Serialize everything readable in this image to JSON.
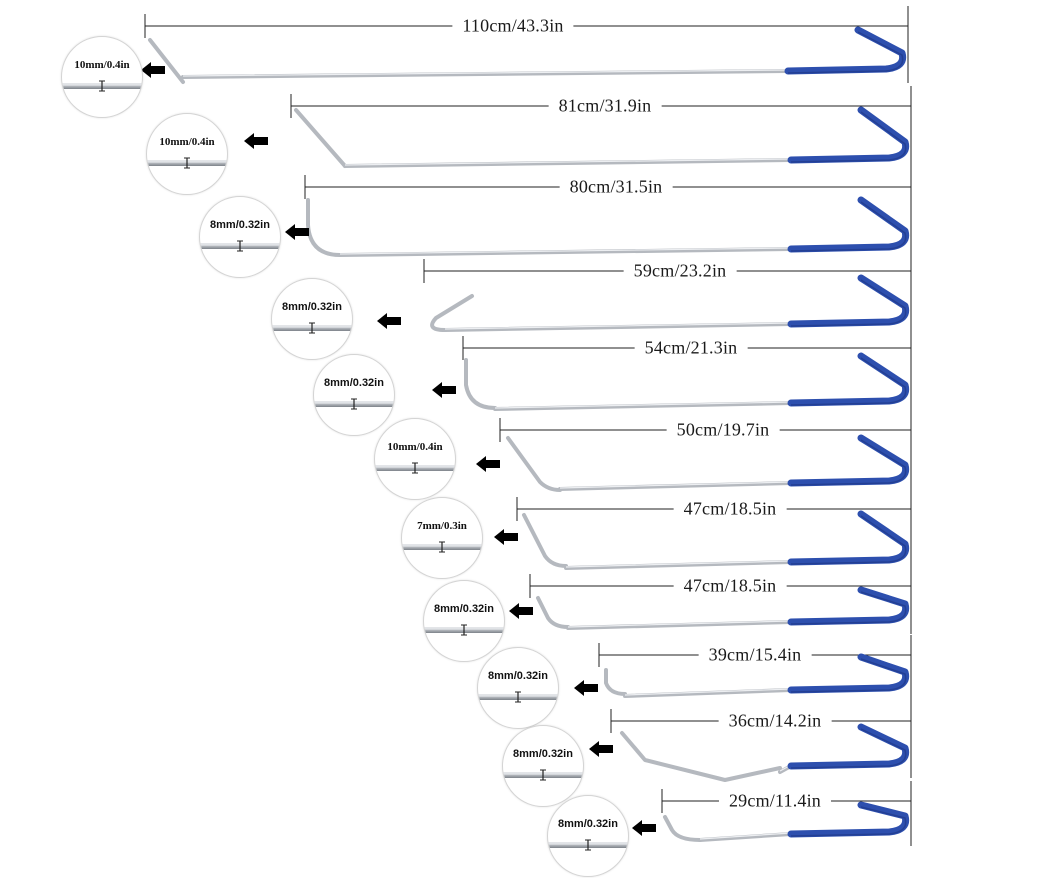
{
  "colors": {
    "rod_light": "#eceef1",
    "rod_mid": "#b5b9bf",
    "rod_dark": "#7d8289",
    "handle": "#2d4fae",
    "handle_dark": "#1a2f7a",
    "line": "#222222"
  },
  "icons": {
    "arrow": "left-arrow-icon"
  },
  "rods": [
    {
      "length_label": "110cm/43.3in",
      "diameter_label": "10mm/0.4in"
    },
    {
      "length_label": "81cm/31.9in",
      "diameter_label": "10mm/0.4in"
    },
    {
      "length_label": "80cm/31.5in",
      "diameter_label": "8mm/0.32in"
    },
    {
      "length_label": "59cm/23.2in",
      "diameter_label": "8mm/0.32in"
    },
    {
      "length_label": "54cm/21.3in",
      "diameter_label": "8mm/0.32in"
    },
    {
      "length_label": "50cm/19.7in",
      "diameter_label": "10mm/0.4in"
    },
    {
      "length_label": "47cm/18.5in",
      "diameter_label": "7mm/0.3in"
    },
    {
      "length_label": "47cm/18.5in",
      "diameter_label": "8mm/0.32in"
    },
    {
      "length_label": "39cm/15.4in",
      "diameter_label": "8mm/0.32in"
    },
    {
      "length_label": "36cm/14.2in",
      "diameter_label": "8mm/0.32in"
    },
    {
      "length_label": "29cm/11.4in",
      "diameter_label": "8mm/0.32in"
    }
  ]
}
